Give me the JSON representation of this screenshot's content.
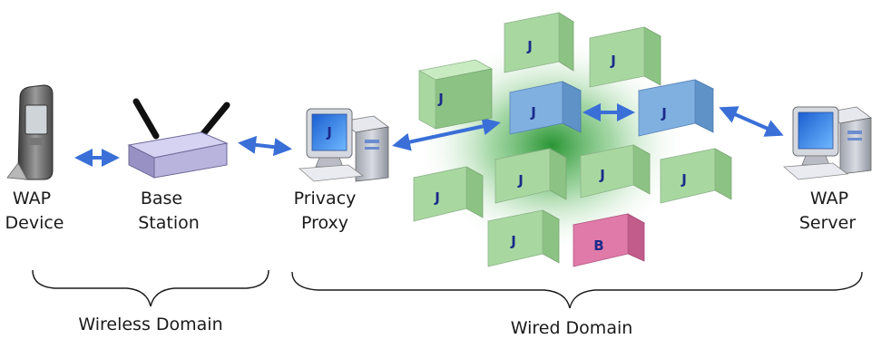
{
  "nodes": {
    "wap_device": {
      "line1": "WAP",
      "line2": "Device"
    },
    "base_station": {
      "line1": "Base",
      "line2": "Station"
    },
    "privacy_proxy": {
      "line1": "Privacy",
      "line2": "Proxy",
      "screen_letter": "J"
    },
    "wap_server": {
      "line1": "WAP",
      "line2": "Server"
    }
  },
  "domains": {
    "wireless": "Wireless Domain",
    "wired": "Wired Domain"
  },
  "cubes": [
    {
      "id": "green-1",
      "letter": "J",
      "kind": "green"
    },
    {
      "id": "green-2",
      "letter": "J",
      "kind": "green"
    },
    {
      "id": "green-3",
      "letter": "J",
      "kind": "green"
    },
    {
      "id": "blue-1",
      "letter": "J",
      "kind": "blue"
    },
    {
      "id": "blue-2",
      "letter": "J",
      "kind": "blue"
    },
    {
      "id": "green-4",
      "letter": "J",
      "kind": "green"
    },
    {
      "id": "green-5",
      "letter": "J",
      "kind": "green"
    },
    {
      "id": "green-6",
      "letter": "J",
      "kind": "green"
    },
    {
      "id": "green-7",
      "letter": "J",
      "kind": "green"
    },
    {
      "id": "green-8",
      "letter": "J",
      "kind": "green"
    },
    {
      "id": "pink-1",
      "letter": "B",
      "kind": "pink"
    }
  ],
  "colors": {
    "arrow": "#3a6fd8",
    "green_front": "#a8d8a0",
    "green_top": "#c9ebc2",
    "green_side": "#8cc384",
    "blue_front": "#7fb0e0",
    "blue_top": "#a9cdf0",
    "blue_side": "#5f93c8",
    "pink_front": "#e07aa8",
    "pink_top": "#f0a8c8",
    "pink_side": "#c25d8b",
    "letter": "#1a2a8a",
    "glow": "#1f8f2a",
    "station": "#b9b4de"
  }
}
